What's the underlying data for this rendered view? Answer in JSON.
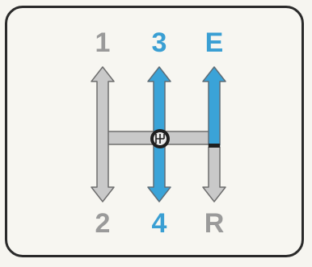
{
  "gears": {
    "top": [
      {
        "label": "1",
        "color": "#9a9a9a"
      },
      {
        "label": "3",
        "color": "#3a9fd3"
      },
      {
        "label": "E",
        "color": "#3a9fd3"
      }
    ],
    "bottom": [
      {
        "label": "2",
        "color": "#9a9a9a"
      },
      {
        "label": "4",
        "color": "#3a9fd3"
      },
      {
        "label": "R",
        "color": "#9a9a9a"
      }
    ]
  },
  "colors": {
    "grey_arrow": "#c9c9c9",
    "grey_outline": "#6e6e6e",
    "blue_arrow": "#3aa3d8",
    "knob": "#1f1f1f",
    "frame": "#2a2a2a"
  },
  "icons": {
    "shift_knob": "gear-knob-icon",
    "arrows": "double-headed-arrow-icon"
  }
}
